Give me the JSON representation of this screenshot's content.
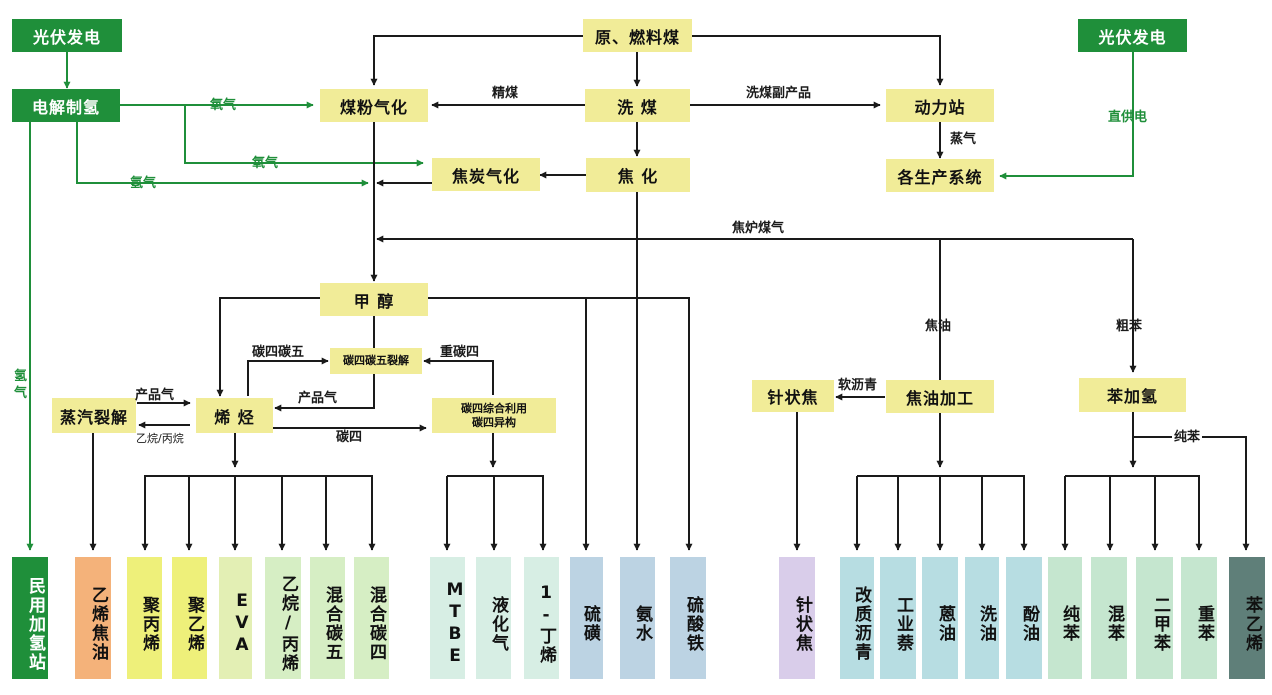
{
  "nodes": {
    "pv_left": "光伏发电",
    "pv_right": "光伏发电",
    "electrolysis": "电解制氢",
    "raw_coal": "原、燃料煤",
    "wash_coal": "洗 煤",
    "coal_gasification": "煤粉气化",
    "power_station": "动力站",
    "coke_gasification": "焦炭气化",
    "coking": "焦 化",
    "production_systems": "各生产系统",
    "methanol": "甲 醇",
    "olefins": "烯 烃",
    "steam_cracking": "蒸汽裂解",
    "c4c5_cracking": "碳四碳五裂解",
    "c4_utilization": "碳四综合利用\n碳四异构",
    "needle_coke": "针状焦",
    "tar_processing": "焦油加工",
    "benzene_hydro": "苯加氢"
  },
  "labels": {
    "fine_coal": "精煤",
    "wash_byproduct": "洗煤副产品",
    "steam": "蒸气",
    "direct_power": "直供电",
    "oxygen1": "氧气",
    "oxygen2": "氧气",
    "hydrogen1": "氢气",
    "hydrogen_vertical": "氢气",
    "coke_oven_gas": "焦炉煤气",
    "tar": "焦油",
    "crude_benzene": "粗苯",
    "soft_pitch": "软沥青",
    "pure_benzene": "纯苯",
    "c4c5": "碳四碳五",
    "heavy_c4": "重碳四",
    "product_gas1": "产品气",
    "product_gas2": "产品气",
    "ethane_propane": "乙烷/丙烷",
    "c4": "碳四"
  },
  "products": [
    "民用加氢站",
    "乙烯焦油",
    "聚丙烯",
    "聚乙烯",
    "EVA",
    "乙烷/丙烯",
    "混合碳五",
    "混合碳四",
    "MTBE",
    "液化气",
    "1-丁烯",
    "硫磺",
    "氨水",
    "硫酸铁",
    "针状焦",
    "改质沥青",
    "工业萘",
    "蒽油",
    "洗油",
    "酚油",
    "纯苯",
    "混苯",
    "二甲苯",
    "重苯",
    "苯乙烯"
  ],
  "colors": {
    "process_box": "#f1ec98",
    "energy_box": "#1f8f3a",
    "arrow_black": "#1a1a1a",
    "arrow_green": "#1f8f3a",
    "products": [
      "#1f8f3a",
      "#f4b27a",
      "#eef07a",
      "#eef07a",
      "#e3efb4",
      "#d6eec4",
      "#d6eec4",
      "#d6eec4",
      "#d7eee4",
      "#d7eee4",
      "#d7eee4",
      "#bcd3e3",
      "#bcd3e3",
      "#bcd3e3",
      "#d9cdea",
      "#b7dde2",
      "#b7dde2",
      "#b7dde2",
      "#b7dde2",
      "#b7dde2",
      "#c5e6cf",
      "#c5e6cf",
      "#c5e6cf",
      "#c5e6cf",
      "#5f7f79"
    ]
  }
}
